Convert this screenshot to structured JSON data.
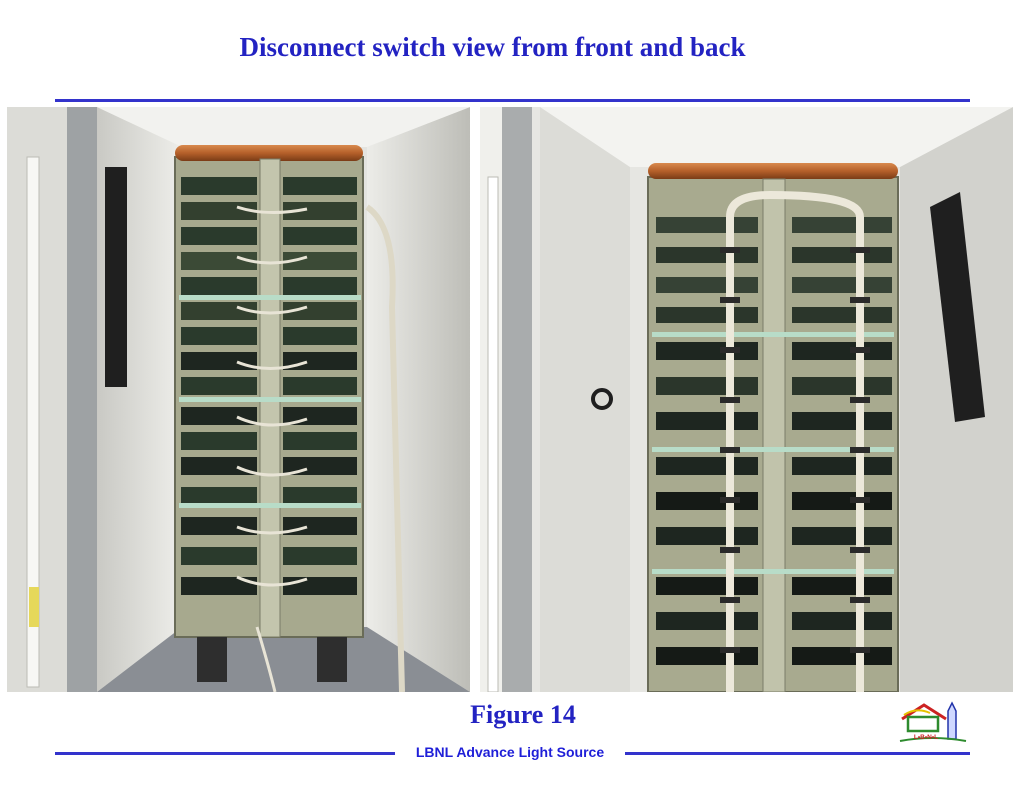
{
  "slide": {
    "title": "Disconnect switch view from front and back",
    "caption": "Figure 14",
    "footer": "LBNL Advance Light Source"
  },
  "logo": {
    "text": "L•B•N•L"
  },
  "colors": {
    "accent": "#3333cc",
    "title": "#2323c2"
  }
}
